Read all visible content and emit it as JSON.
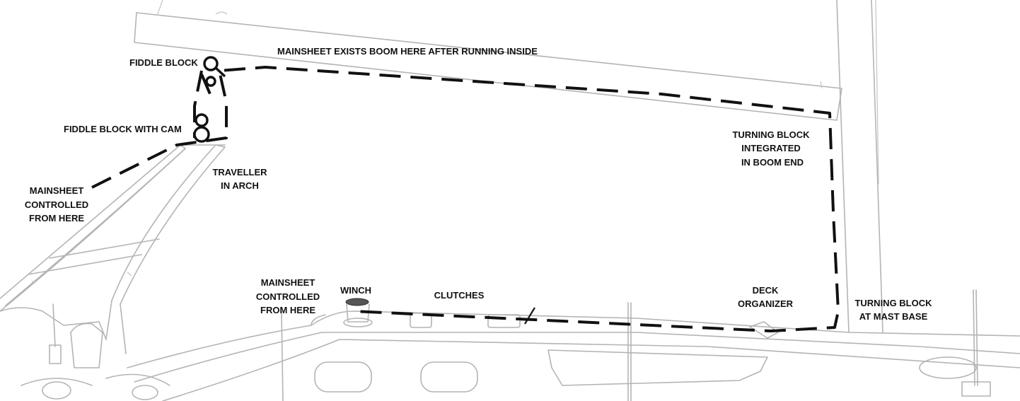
{
  "labels": {
    "boom_exit": "MAINSHEET EXISTS BOOM HERE AFTER RUNNING INSIDE",
    "fiddle_block": "FIDDLE BLOCK",
    "fiddle_block_cam": "FIDDLE BLOCK WITH CAM",
    "mainsheet_controlled_arch": [
      "MAINSHEET",
      "CONTROLLED",
      "FROM HERE"
    ],
    "traveller": [
      "TRAVELLER",
      "IN ARCH"
    ],
    "turning_block_boom": [
      "TURNING BLOCK",
      "INTEGRATED",
      "IN BOOM END"
    ],
    "mainsheet_controlled_deck": [
      "MAINSHEET",
      "CONTROLLED",
      "FROM HERE"
    ],
    "winch": "WINCH",
    "clutches": "CLUTCHES",
    "deck_organizer": [
      "DECK",
      "ORGANIZER"
    ],
    "turning_block_mast": [
      "TURNING BLOCK",
      "AT MAST BASE"
    ]
  },
  "colors": {
    "line": "#111111",
    "outline": "#b4b4b4",
    "text": "#111111"
  }
}
